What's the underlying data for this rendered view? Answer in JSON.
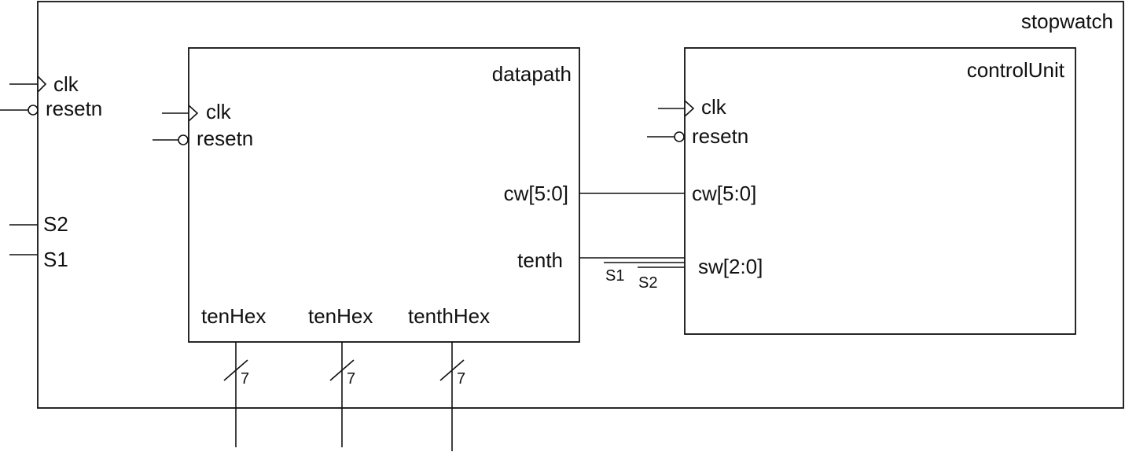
{
  "diagram": {
    "stopwatch": {
      "title": "stopwatch",
      "clk": "clk",
      "resetn": "resetn",
      "s2": "S2",
      "s1": "S1"
    },
    "datapath": {
      "title": "datapath",
      "clk": "clk",
      "resetn": "resetn",
      "cw": "cw[5:0]",
      "tenth": "tenth",
      "out1": "tenHex",
      "out2": "tenHex",
      "out3": "tenthHex"
    },
    "control_unit": {
      "title": "controlUnit",
      "clk": "clk",
      "resetn": "resetn",
      "cw": "cw[5:0]",
      "sw": "sw[2:0]"
    },
    "wires": {
      "s1_tag": "S1",
      "s2_tag": "S2",
      "bus_width_1": "7",
      "bus_width_2": "7",
      "bus_width_3": "7"
    }
  }
}
